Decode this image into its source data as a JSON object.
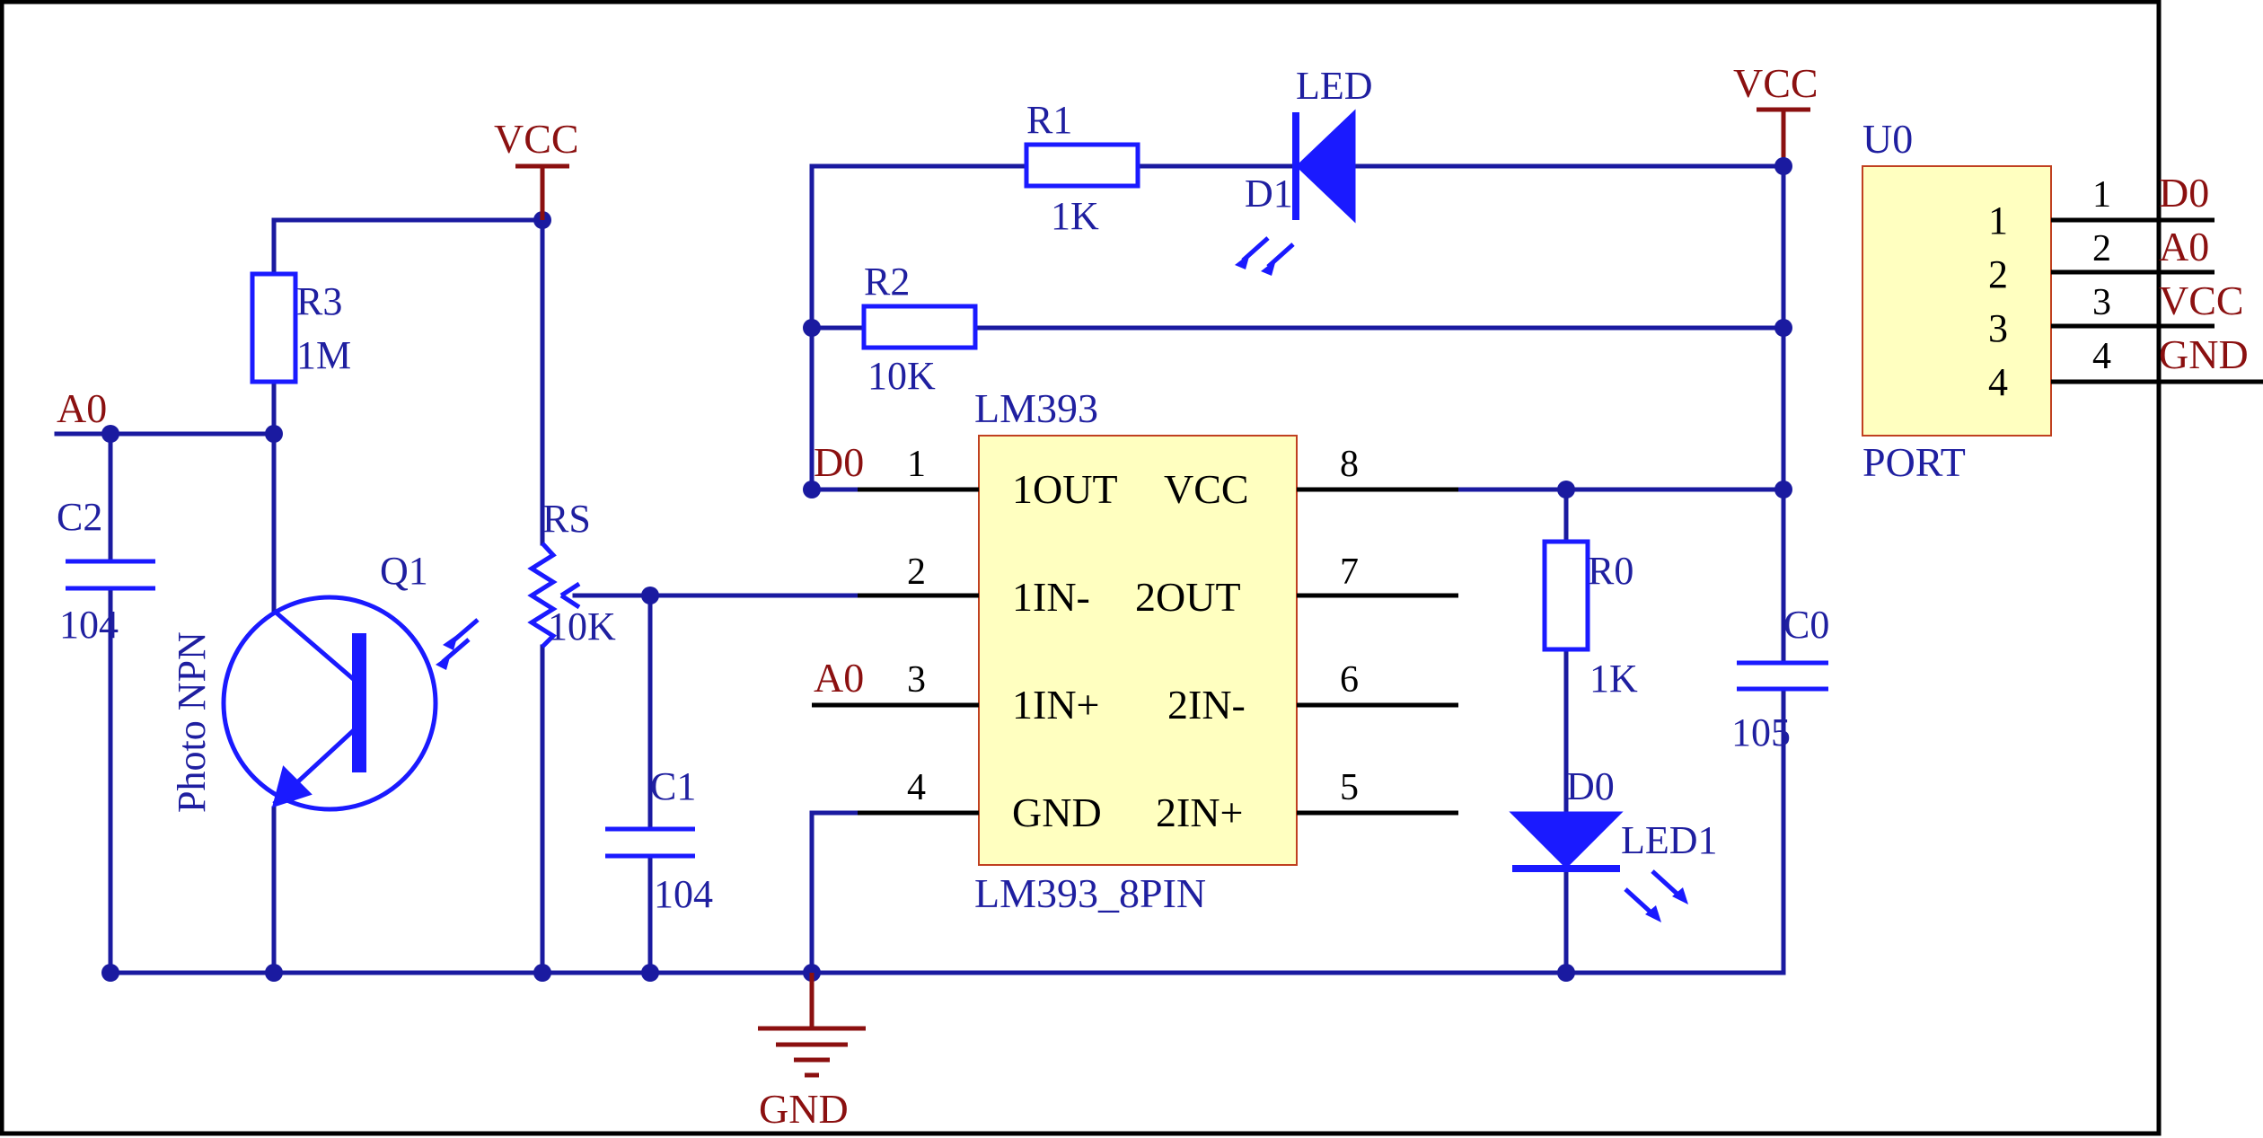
{
  "colors": {
    "wire": "#1a1aa0",
    "component": "#1a1aff",
    "net_label": "#8b1010",
    "ic_fill": "#ffffc0",
    "ic_border": "#c04020",
    "frame": "#000000"
  },
  "power": {
    "vcc_left": "VCC",
    "vcc_right": "VCC",
    "gnd": "GND"
  },
  "net_labels": {
    "a0_left": "A0",
    "d0_ic": "D0",
    "a0_ic": "A0"
  },
  "components": {
    "r1": {
      "ref": "R1",
      "value": "1K"
    },
    "r2": {
      "ref": "R2",
      "value": "10K"
    },
    "r3": {
      "ref": "R3",
      "value": "1M"
    },
    "r0": {
      "ref": "R0",
      "value": "1K"
    },
    "rs": {
      "ref": "RS",
      "value": "10K"
    },
    "c0": {
      "ref": "C0",
      "value": "105"
    },
    "c1": {
      "ref": "C1",
      "value": "104"
    },
    "c2": {
      "ref": "C2",
      "value": "104"
    },
    "d1": {
      "ref": "D1",
      "value": "LED"
    },
    "d0": {
      "ref": "D0",
      "value": "LED1"
    },
    "q1": {
      "ref": "Q1",
      "value": "Photo NPN"
    }
  },
  "ic": {
    "ref": "LM393",
    "footprint": "LM393_8PIN",
    "pins_left": [
      {
        "num": "1",
        "name": "1OUT"
      },
      {
        "num": "2",
        "name": "1IN-"
      },
      {
        "num": "3",
        "name": "1IN+"
      },
      {
        "num": "4",
        "name": "GND"
      }
    ],
    "pins_right": [
      {
        "num": "8",
        "name": "VCC"
      },
      {
        "num": "7",
        "name": "2OUT"
      },
      {
        "num": "6",
        "name": "2IN-"
      },
      {
        "num": "5",
        "name": "2IN+"
      }
    ]
  },
  "connector": {
    "ref": "U0",
    "footprint": "PORT",
    "pins": [
      {
        "num": "1",
        "net": "D0"
      },
      {
        "num": "2",
        "net": "A0"
      },
      {
        "num": "3",
        "net": "VCC"
      },
      {
        "num": "4",
        "net": "GND"
      }
    ]
  }
}
